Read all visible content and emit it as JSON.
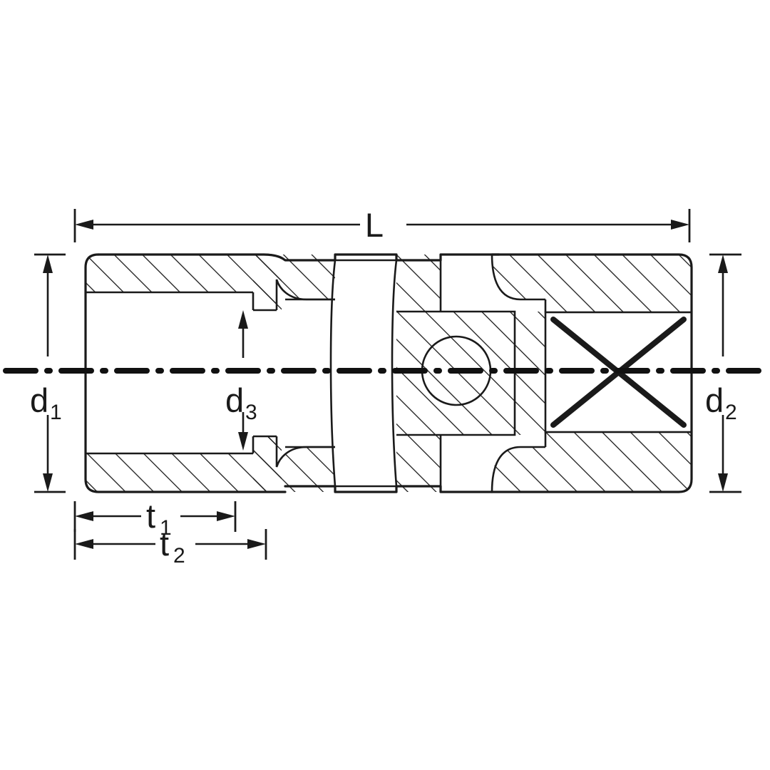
{
  "drawing": {
    "title": "Universal joint socket - sectional technical drawing",
    "background_color": "#ffffff",
    "line_color": "#1a1a1a",
    "dimensions": {
      "length": {
        "label": "L",
        "subscript": ""
      },
      "outer_diameter_socket": {
        "label": "d",
        "subscript": "1"
      },
      "outer_diameter_drive": {
        "label": "d",
        "subscript": "2"
      },
      "inner_bore_diameter": {
        "label": "d",
        "subscript": "3"
      },
      "depth_1": {
        "label": "t",
        "subscript": "1"
      },
      "depth_2": {
        "label": "t",
        "subscript": "2"
      }
    },
    "features": {
      "section_hatching": "45-degree parallel hatch",
      "centerline_style": "dash-dot",
      "drive_end": "square drive with X cross marking",
      "joint": "universal joint pin circle"
    }
  }
}
